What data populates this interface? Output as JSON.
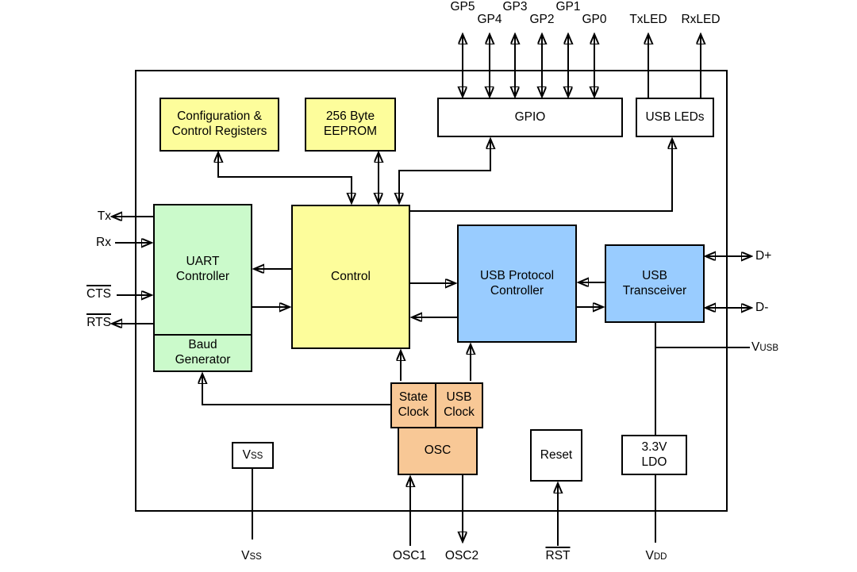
{
  "colors": {
    "yellow": "#FDFD9B",
    "green": "#CBFACB",
    "blue": "#99CCFF",
    "orange": "#F8C896",
    "white": "#FFFFFF",
    "line": "#000000"
  },
  "blocks": {
    "config_registers": "Configuration &\nControl Registers",
    "eeprom": "256 Byte\nEEPROM",
    "gpio": "GPIO",
    "usb_leds": "USB LEDs",
    "uart": "UART\nController",
    "baud": "Baud\nGenerator",
    "control": "Control",
    "usb_protocol": "USB Protocol\nController",
    "usb_transceiver": "USB\nTransceiver",
    "state_clock": "State\nClock",
    "usb_clock": "USB\nClock",
    "osc": "OSC",
    "vss": {
      "main": "V",
      "sub": "SS"
    },
    "reset": "Reset",
    "ldo": "3.3V\nLDO"
  },
  "pins": {
    "top": [
      "GP5",
      "GP4",
      "GP3",
      "GP2",
      "GP1",
      "GP0",
      "TxLED",
      "RxLED"
    ],
    "left": [
      "Tx",
      "Rx",
      "CTS",
      "RTS"
    ],
    "right": {
      "dplus": "D+",
      "dminus": "D-",
      "vusb": {
        "main": "V",
        "sub": "USB"
      }
    },
    "bottom": {
      "vss": {
        "main": "V",
        "sub": "SS"
      },
      "osc1": "OSC1",
      "osc2": "OSC2",
      "rst": "RST",
      "vdd": {
        "main": "V",
        "sub": "DD"
      }
    }
  }
}
